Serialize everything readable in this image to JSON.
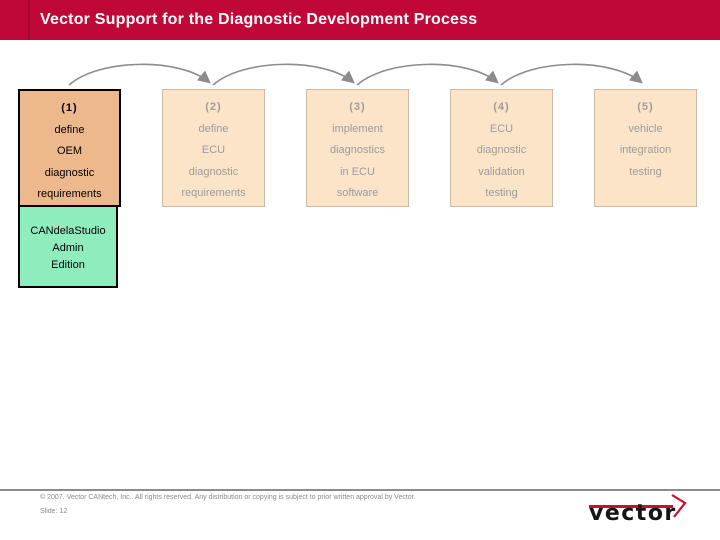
{
  "header": {
    "title": "Vector Support for the Diagnostic Development Process"
  },
  "process": {
    "boxes": [
      {
        "label": "(1)",
        "lines": [
          "define",
          "OEM",
          "diagnostic",
          "requirements"
        ],
        "state": "active"
      },
      {
        "label": "(2)",
        "lines": [
          "define",
          "ECU",
          "diagnostic",
          "requirements"
        ],
        "state": "inactive"
      },
      {
        "label": "(3)",
        "lines": [
          "implement",
          "diagnostics",
          "in ECU",
          "software"
        ],
        "state": "inactive"
      },
      {
        "label": "(4)",
        "lines": [
          "ECU",
          "diagnostic",
          "validation",
          "testing"
        ],
        "state": "inactive"
      },
      {
        "label": "(5)",
        "lines": [
          "vehicle",
          "integration",
          "testing"
        ],
        "state": "inactive"
      }
    ],
    "tool": {
      "lines": [
        "CANdelaStudio",
        "Admin",
        "Edition"
      ]
    }
  },
  "footer": {
    "copyright": "© 2007. Vector CANtech, Inc.. All rights reserved. Any distribution or copying is subject to prior written approval by Vector.",
    "slide_label": "Slide: 12",
    "logo_text": "vector"
  },
  "colors": {
    "header_red": "#c00838",
    "active_box_fill": "#edb88c",
    "inactive_box_fill": "#fce4c9",
    "tool_box_fill": "#8fedbd",
    "logo_red": "#c8102e",
    "arrow_gray": "#8c8c8c"
  }
}
